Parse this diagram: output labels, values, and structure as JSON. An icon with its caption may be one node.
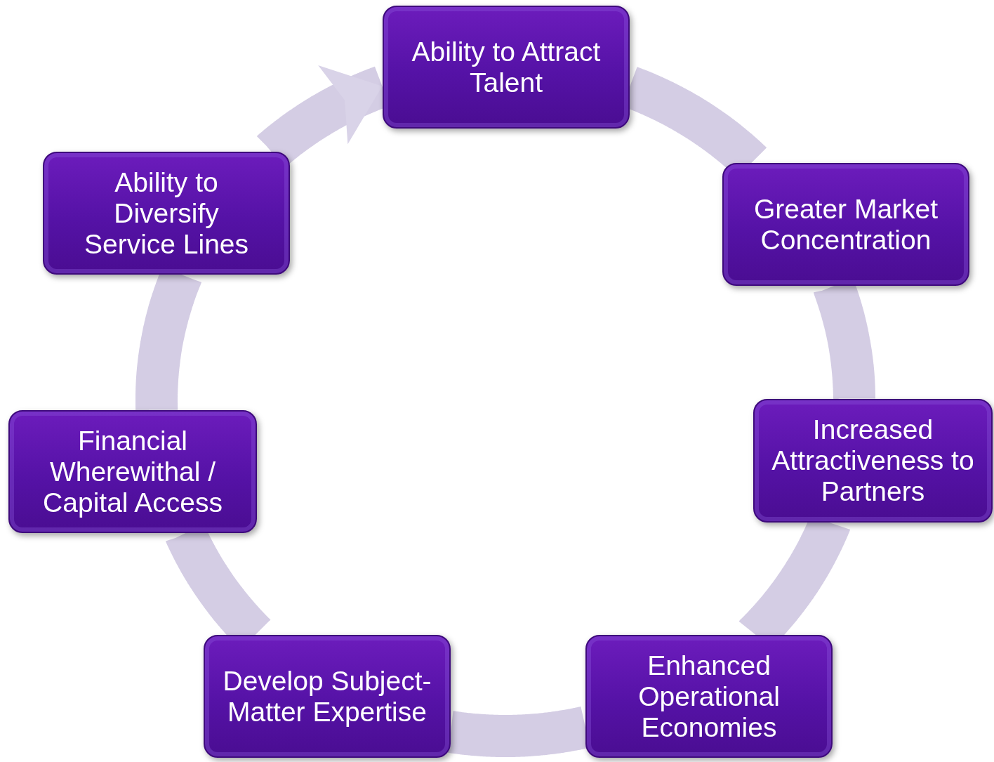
{
  "diagram": {
    "nodes": [
      {
        "text": [
          "Ability to Attract Talent"
        ]
      },
      {
        "text": [
          "Greater Market Concentration"
        ]
      },
      {
        "text": [
          "Increased Attractiveness to Partners"
        ]
      },
      {
        "text": [
          "Enhanced Operational Economies"
        ]
      },
      {
        "text": [
          "Develop Subject-Matter Expertise"
        ]
      },
      {
        "text": [
          "Financial Wherewithal / Capital Access"
        ]
      },
      {
        "text": [
          "Ability to Diversify Service Lines"
        ]
      }
    ],
    "edges": [
      {
        "from": 0,
        "to": 1,
        "arrow": "none"
      },
      {
        "from": 1,
        "to": 2,
        "arrow": "none"
      },
      {
        "from": 2,
        "to": 3,
        "arrow": "none"
      },
      {
        "from": 3,
        "to": 4,
        "arrow": "none"
      },
      {
        "from": 4,
        "to": 5,
        "arrow": "none"
      },
      {
        "from": 5,
        "to": 6,
        "arrow": "none"
      },
      {
        "from": 6,
        "to": 0,
        "arrow": "to"
      }
    ]
  }
}
